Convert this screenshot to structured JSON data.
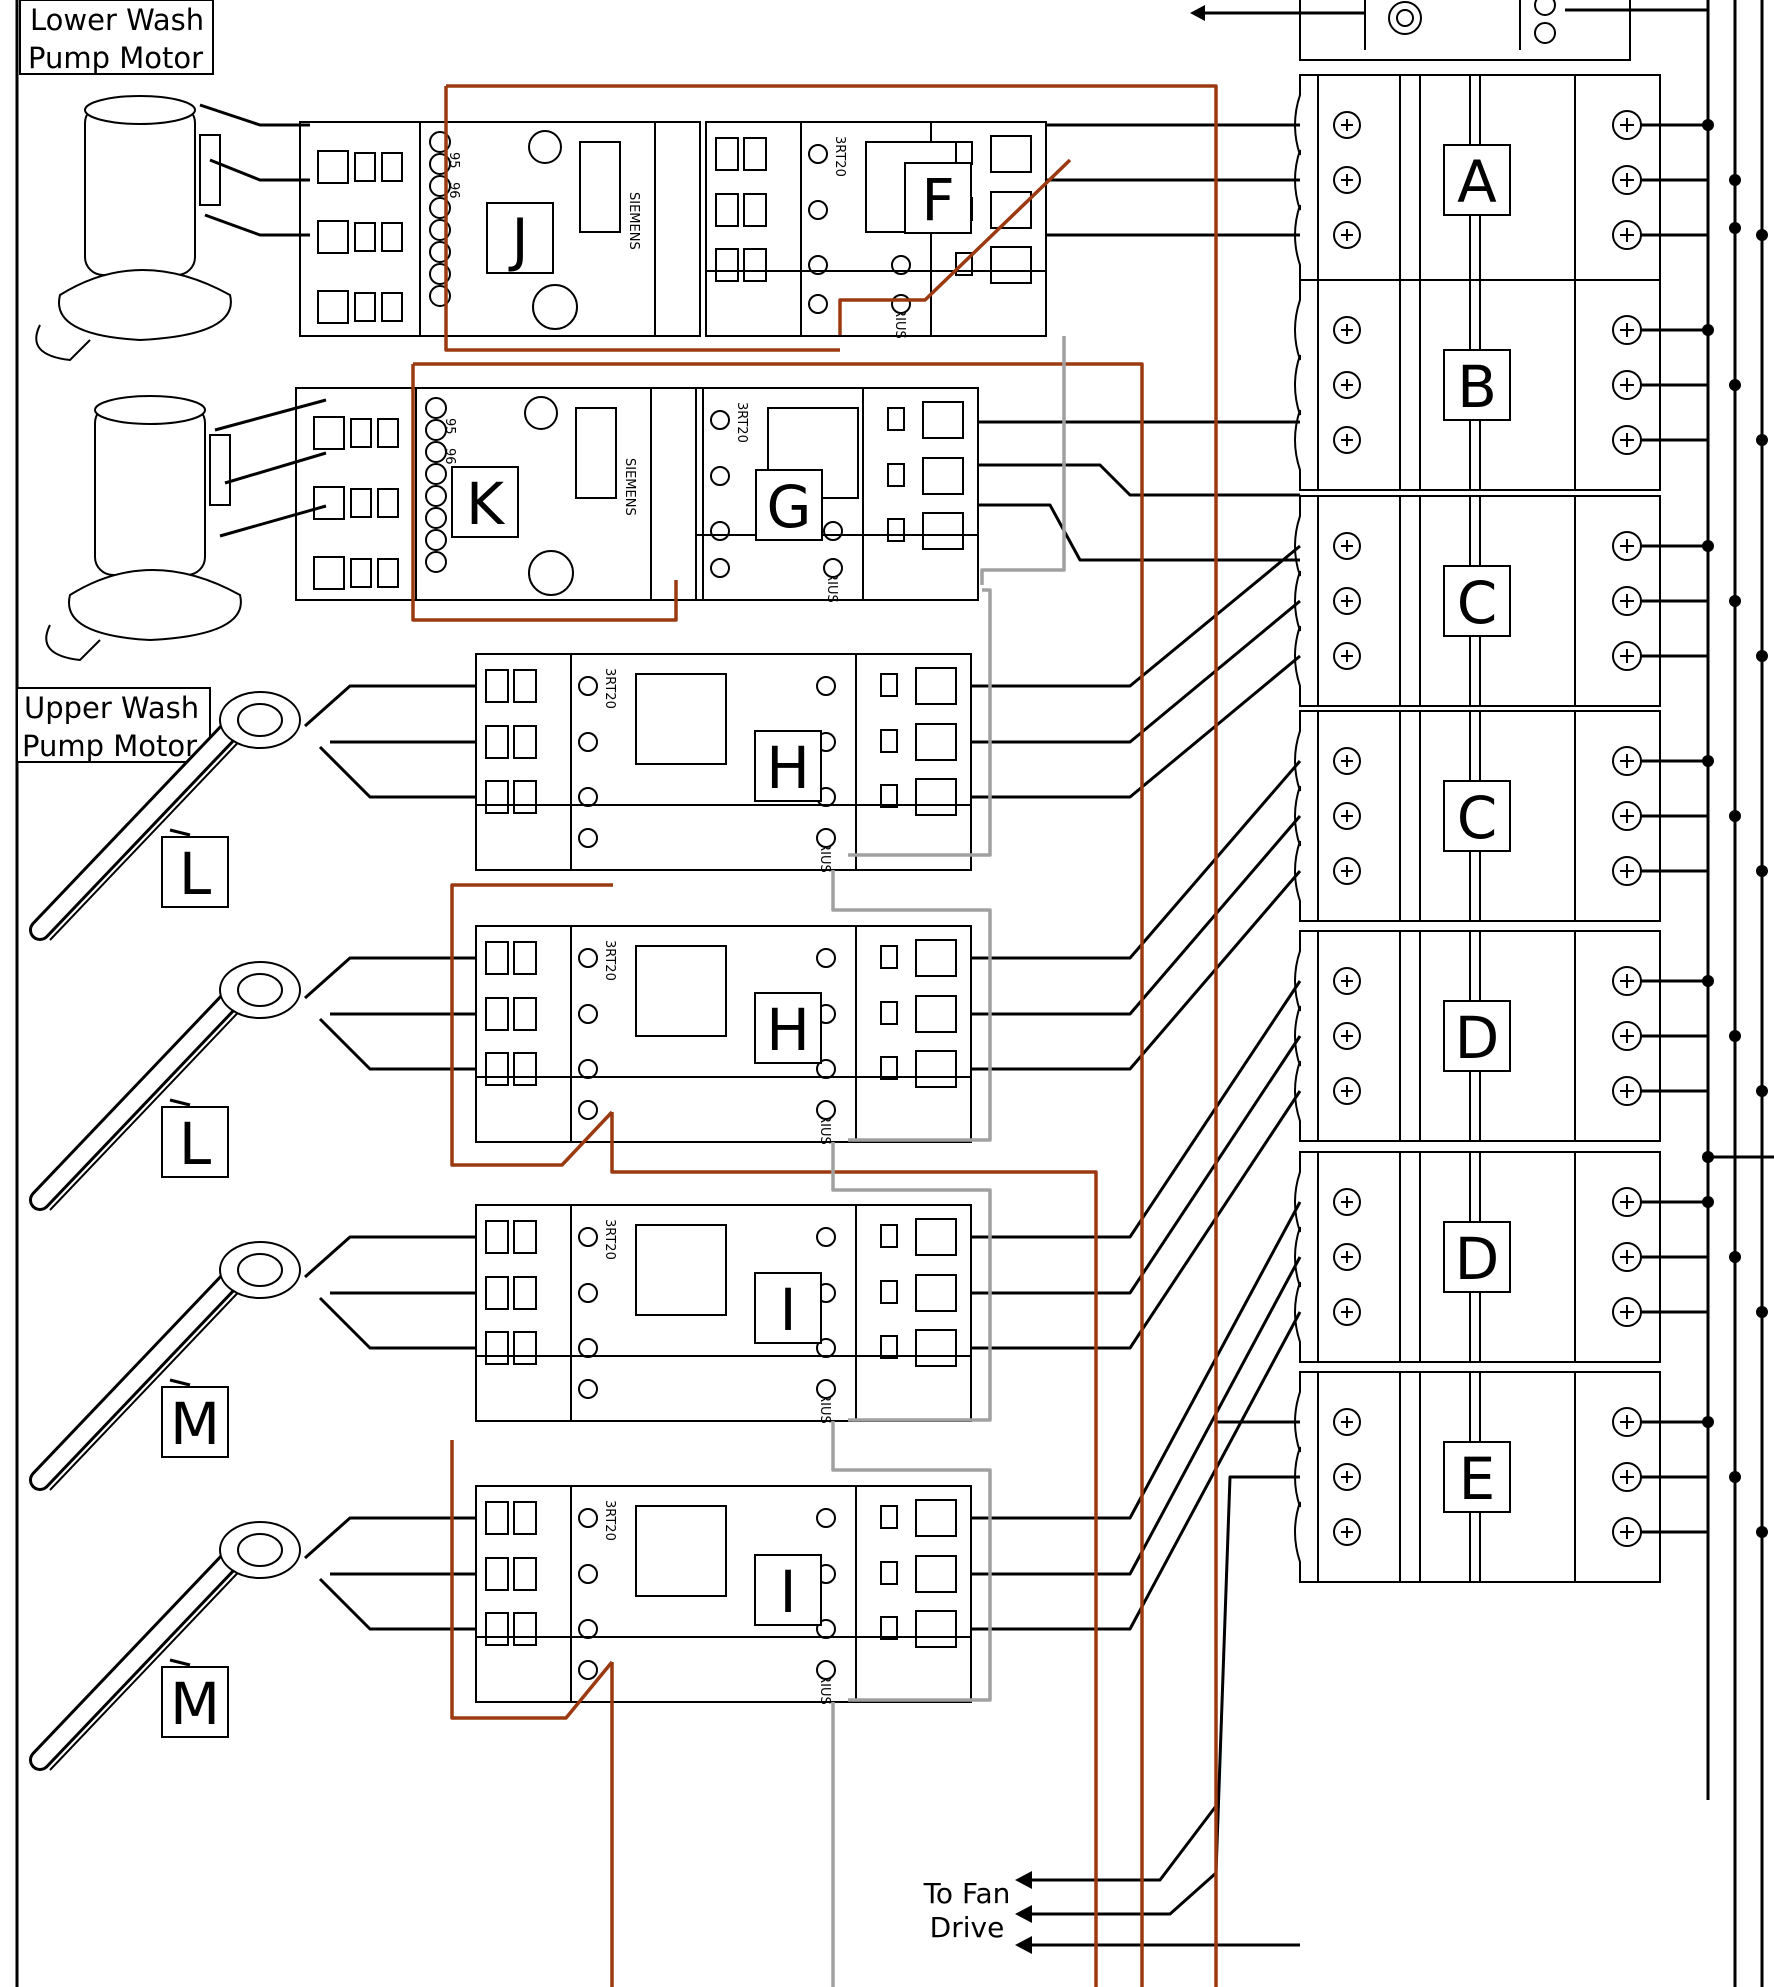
{
  "title_labels": {
    "lower_wash_line1": "Lower Wash",
    "lower_wash_line2": "Pump Motor",
    "upper_wash_line1": "Upper Wash",
    "upper_wash_line2": "Pump Motor",
    "fan_line1": "To Fan",
    "fan_line2": "Drive"
  },
  "breakers": [
    {
      "id": "A"
    },
    {
      "id": "B"
    },
    {
      "id": "C"
    },
    {
      "id": "C"
    },
    {
      "id": "D"
    },
    {
      "id": "D"
    },
    {
      "id": "E"
    }
  ],
  "overload_relays": [
    {
      "id": "J"
    },
    {
      "id": "K"
    }
  ],
  "contactors": [
    {
      "id": "F"
    },
    {
      "id": "G"
    },
    {
      "id": "H"
    },
    {
      "id": "H"
    },
    {
      "id": "I"
    },
    {
      "id": "I"
    }
  ],
  "heaters": [
    {
      "id": "L"
    },
    {
      "id": "L"
    },
    {
      "id": "M"
    },
    {
      "id": "M"
    }
  ],
  "device_text": {
    "siemens": "SIEMENS",
    "sirius": "SIRIUS",
    "model": "3RT20",
    "t95": "95",
    "t96": "96"
  },
  "colors": {
    "line": "#000000",
    "control_brown": "#9b3a10",
    "control_gray": "#a0a0a0"
  }
}
